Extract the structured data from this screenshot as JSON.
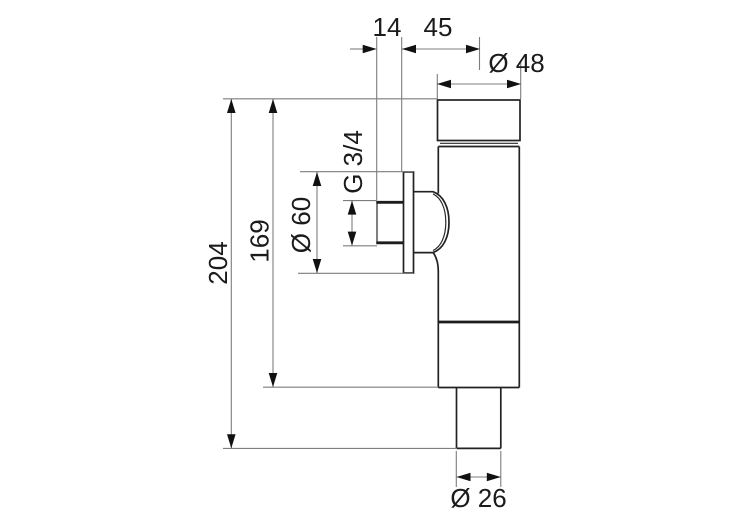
{
  "page": {
    "background": "#ffffff"
  },
  "drawing": {
    "type": "technical-dimension-drawing",
    "subject": "flush valve side elevation with dimensions (mm)",
    "dimensions": {
      "spigot_projection": "14",
      "flange_to_axis": "45",
      "cap_diameter": "Ø 48",
      "rosette_diameter": "Ø 60",
      "thread_size": "G 3/4",
      "body_height": "169",
      "total_height": "204",
      "outlet_diameter": "Ø 26"
    },
    "colors": {
      "object_line": "#222222",
      "dimension_line": "#7d7d7d",
      "arrow_fill": "#111111",
      "label_text": "#1b1b1b",
      "background": "#ffffff"
    }
  }
}
